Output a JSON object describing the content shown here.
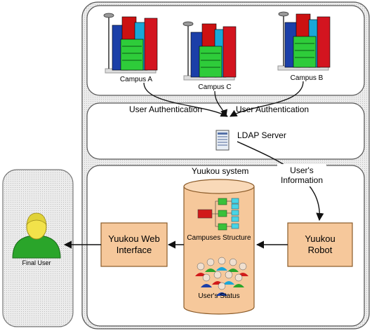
{
  "campuses": [
    {
      "name": "Campus A"
    },
    {
      "name": "Campus C"
    },
    {
      "name": "Campus B"
    }
  ],
  "auth": {
    "left_label": "User Authentication",
    "right_label": "User Authentication"
  },
  "ldap": {
    "label": "LDAP Server"
  },
  "yuukou": {
    "title": "Yuukou system"
  },
  "flow": {
    "user_information": [
      "User's",
      "Information"
    ]
  },
  "robot": {
    "label": [
      "Yuukou",
      "Robot"
    ]
  },
  "web": {
    "label": [
      "Yuukou Web",
      "Interface"
    ]
  },
  "db": {
    "structure_label": "Campuses Structure",
    "status_label": "User's Status"
  },
  "final_user": {
    "label": "Final User"
  },
  "colors": {
    "panel_fill": "#ebebeb",
    "panel_stroke": "#555555",
    "box_fill": "#f6c89b",
    "box_stroke": "#8a5a28",
    "cylinder_fill": "#f6c89b",
    "user_green": "#2aa52a",
    "user_skin": "#f2e24a"
  }
}
